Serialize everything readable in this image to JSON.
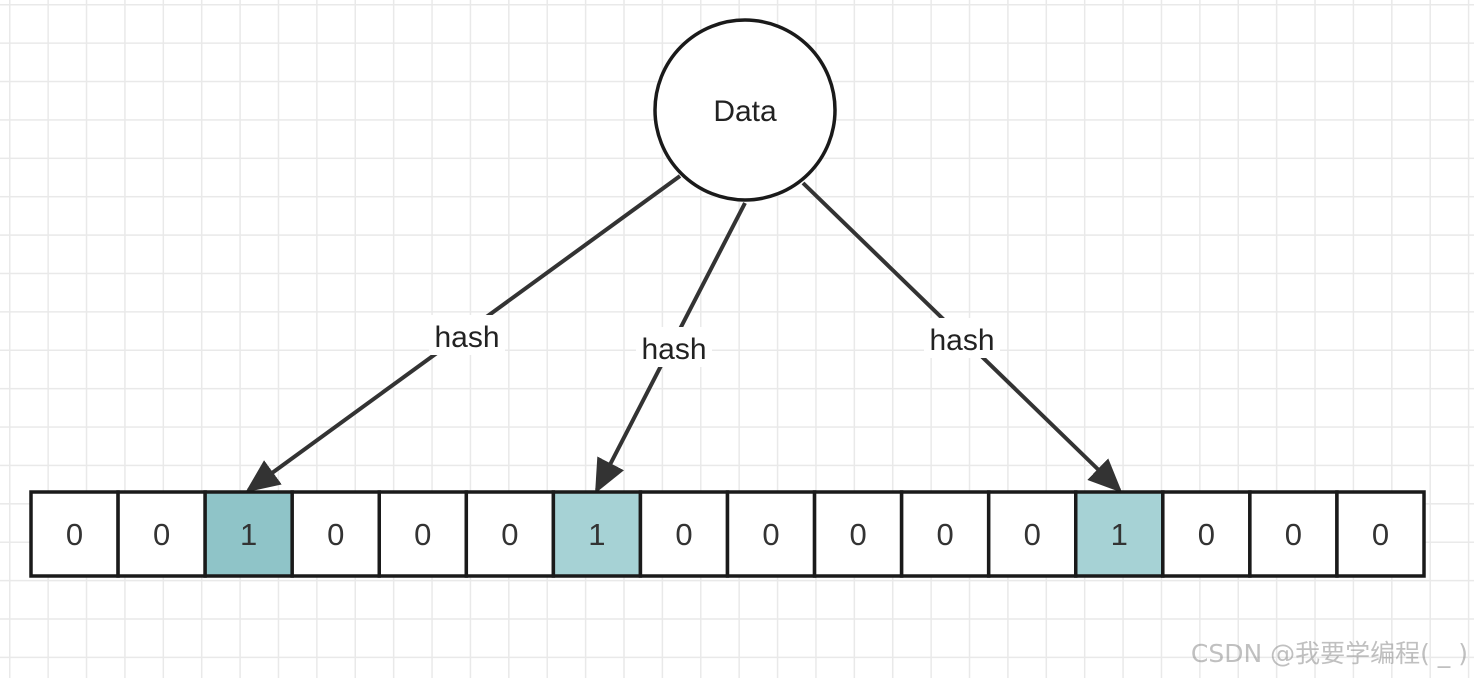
{
  "data_node": {
    "label": "Data"
  },
  "hash_edges": [
    {
      "label": "hash",
      "target_index": 2
    },
    {
      "label": "hash",
      "target_index": 6
    },
    {
      "label": "hash",
      "target_index": 12
    }
  ],
  "bit_array": [
    "0",
    "0",
    "1",
    "0",
    "0",
    "0",
    "1",
    "0",
    "0",
    "0",
    "0",
    "0",
    "1",
    "0",
    "0",
    "0"
  ],
  "colors": {
    "set_bit_fill_dark": "#8fc4c8",
    "set_bit_fill": "#a6d2d5",
    "border": "#1a1a1a",
    "arrow": "#333333",
    "grid": "#e9e9e9"
  },
  "watermark": "CSDN @我要学编程( _ )"
}
